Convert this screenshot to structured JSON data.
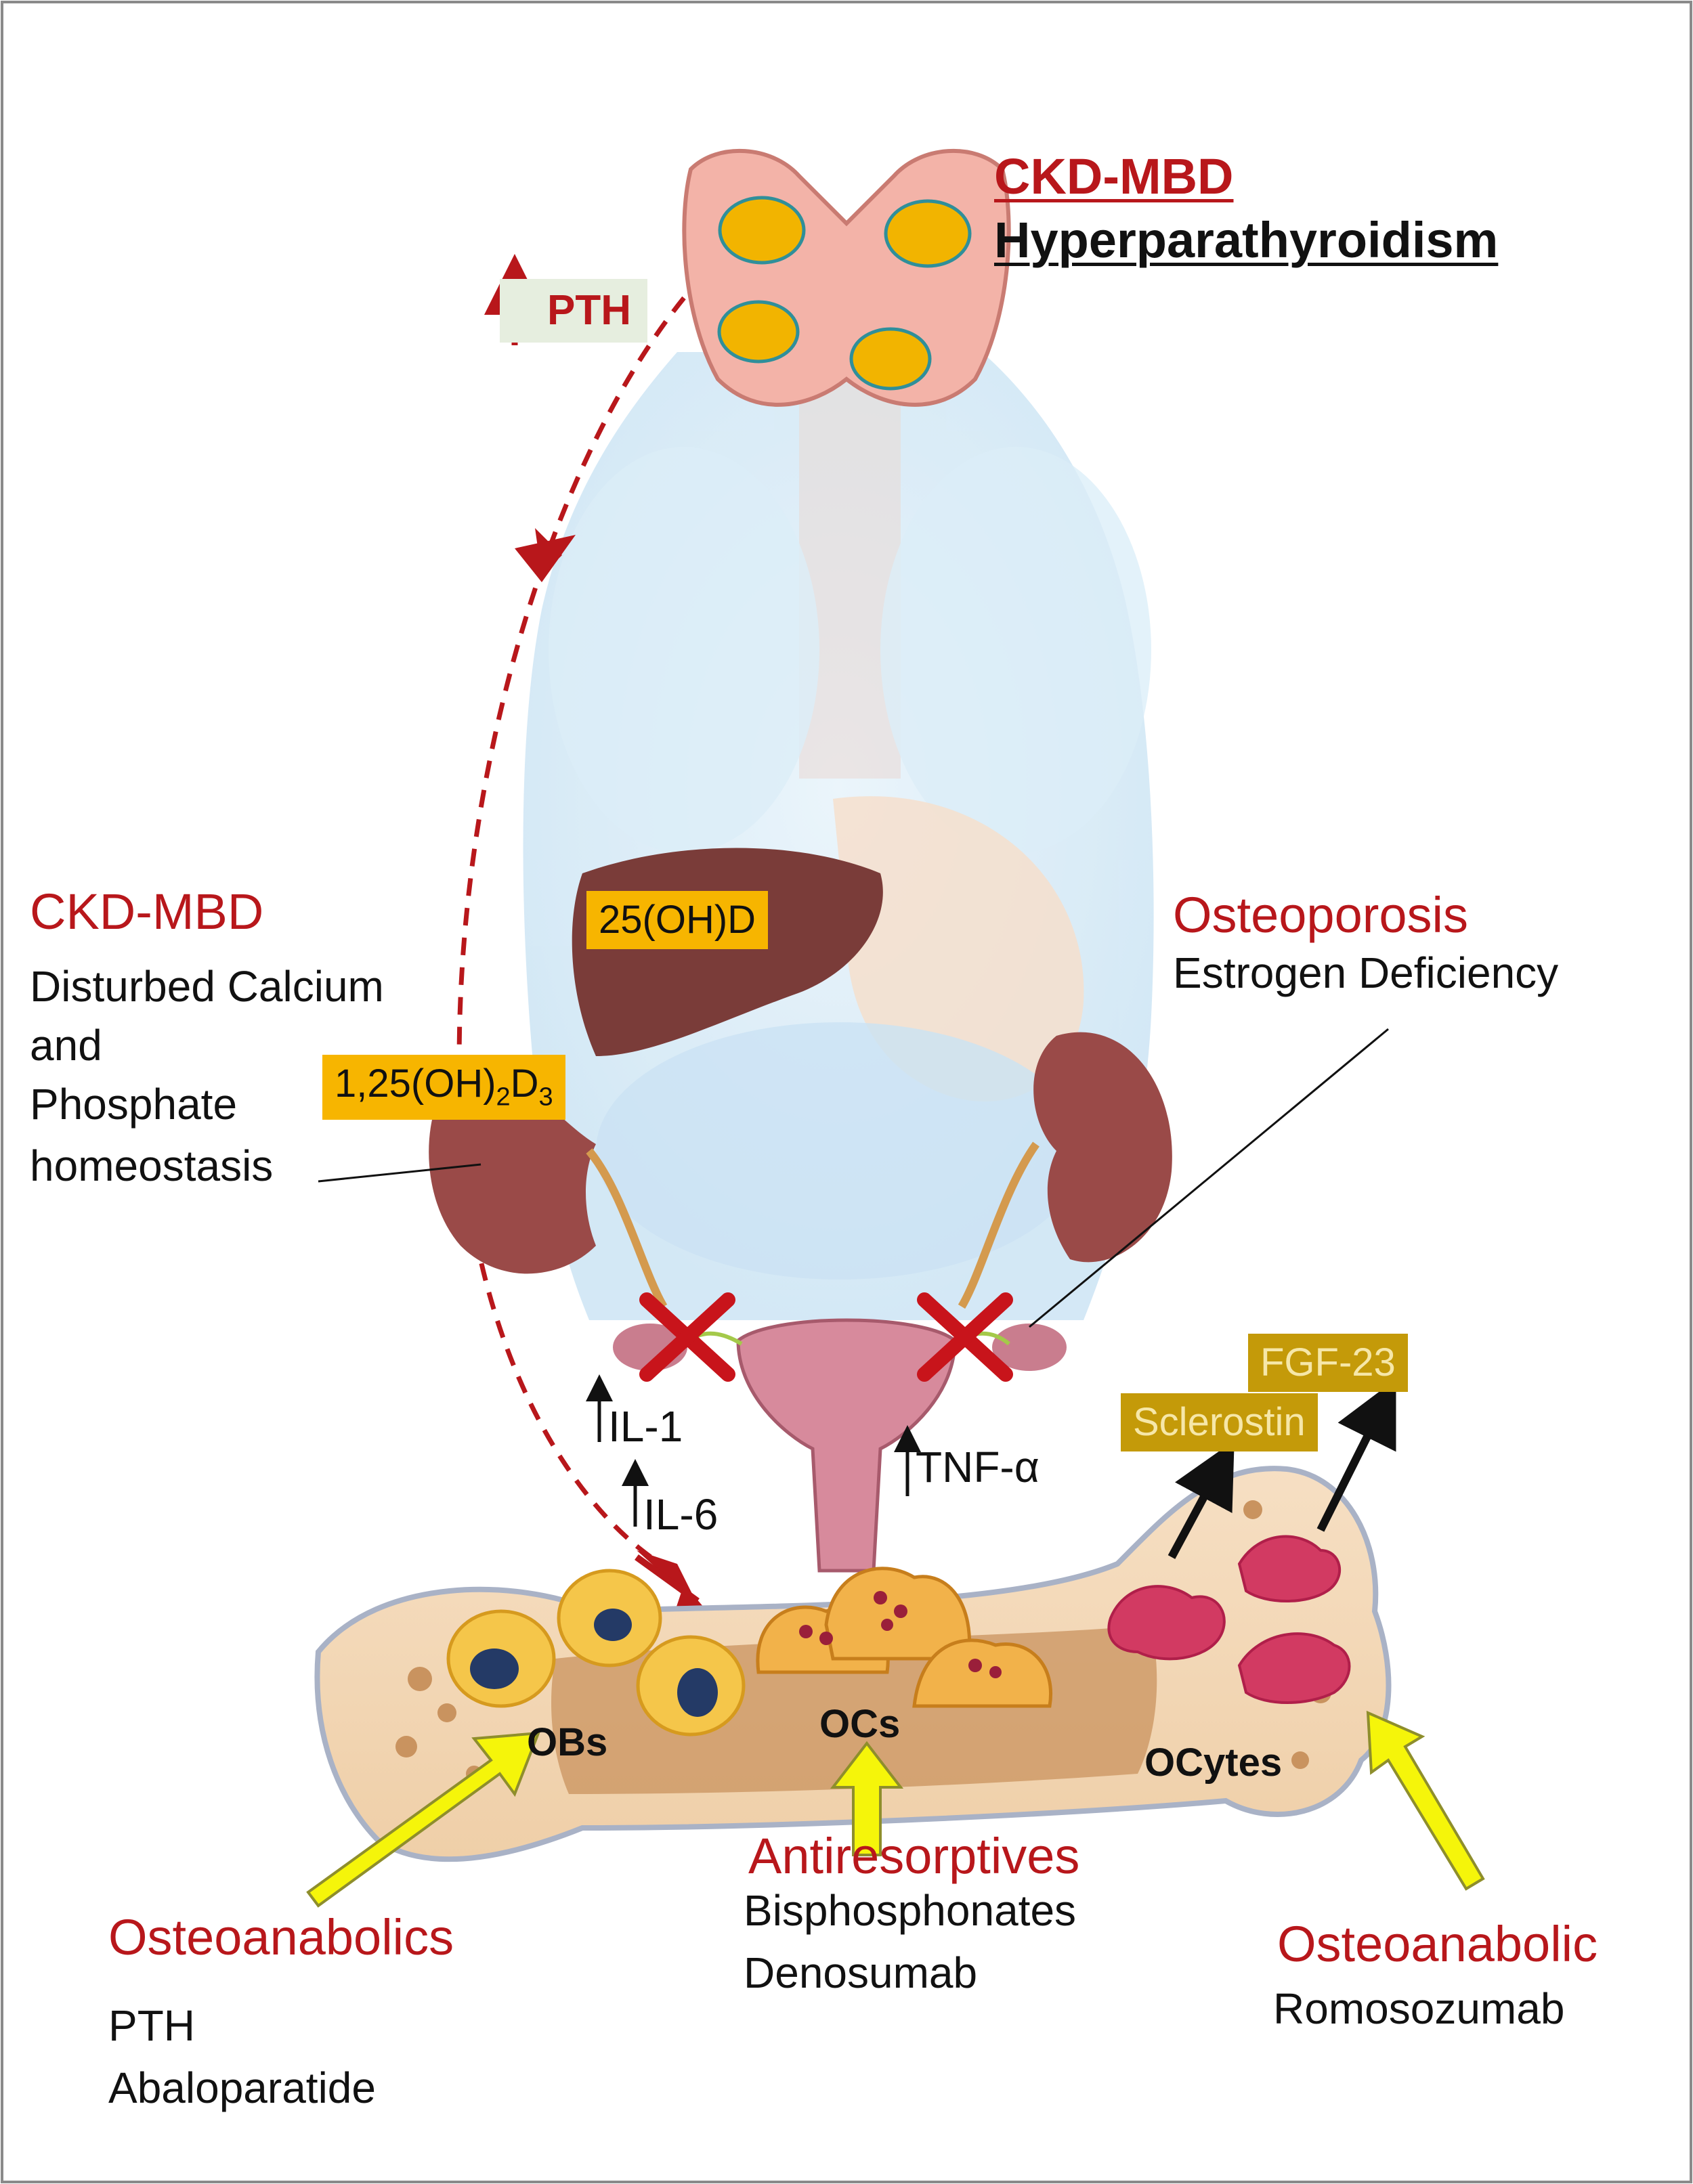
{
  "title": {
    "line1": "CKD-MBD",
    "line2": "Hyperparathyroidism"
  },
  "pth_label": "PTH",
  "left_block": {
    "heading": "CKD-MBD",
    "lines": [
      "Disturbed Calcium",
      "and",
      "Phosphate",
      "homeostasis"
    ]
  },
  "right_block": {
    "heading": "Osteoporosis",
    "line": "Estrogen Deficiency"
  },
  "tags": {
    "liver": "25(OH)D",
    "kidney_prefix": "1,25(OH)",
    "kidney_sub1": "2",
    "kidney_mid": "D",
    "kidney_sub2": "3",
    "sclerostin": "Sclerostin",
    "fgf23": "FGF-23"
  },
  "cytokines": {
    "il1": "IL-1",
    "il6": "IL-6",
    "tnf": "TNF-α"
  },
  "cells": {
    "obs": "OBs",
    "ocs": "OCs",
    "ocytes": "OCytes"
  },
  "therapies": {
    "left": {
      "heading": "Osteoanabolics",
      "lines": [
        "PTH",
        "Abaloparatide"
      ]
    },
    "center": {
      "heading": "Antiresorptives",
      "lines": [
        "Bisphosphonates",
        "Denosumab"
      ]
    },
    "right": {
      "heading": "Osteoanabolic",
      "lines": [
        "Romosozumab"
      ]
    }
  },
  "colors": {
    "accent_red": "#b8171b",
    "tag_orange": "#f7b500",
    "tag_gold": "#c49a09",
    "arrow_yellow": "#f5f50a"
  }
}
